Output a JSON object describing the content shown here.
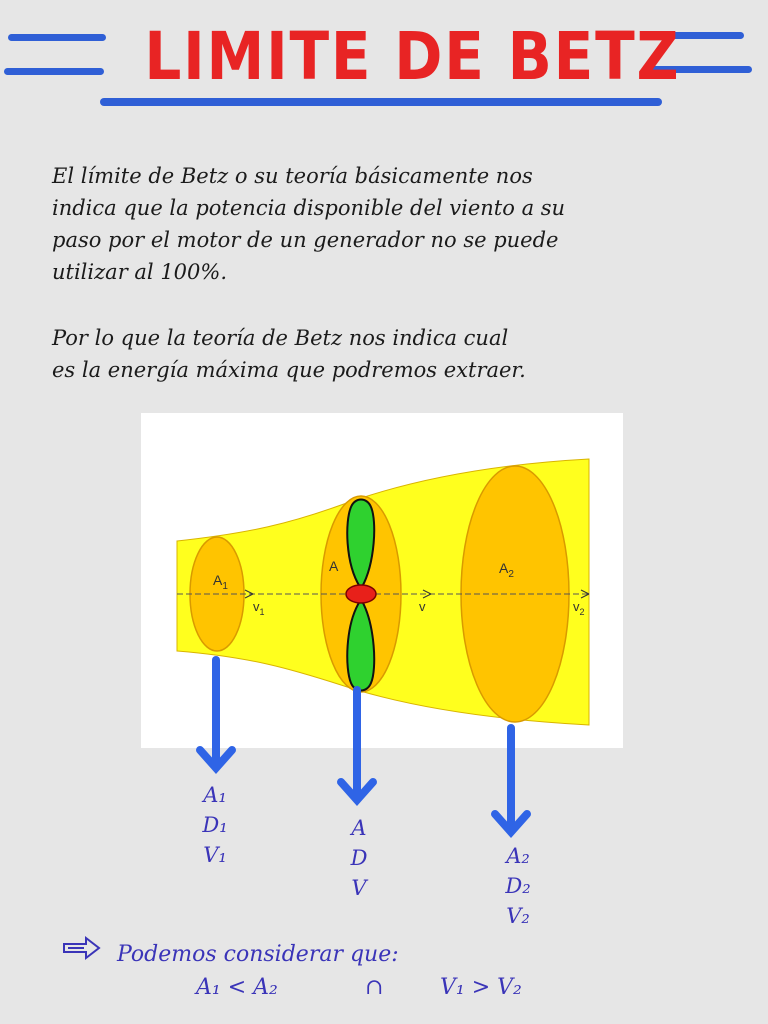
{
  "header": {
    "title": "LIMITE DE BETZ",
    "title_color": "#e82424",
    "line_color": "#2f5fd6"
  },
  "intro": {
    "lines": [
      "El límite de Betz o su teoría básicamente nos",
      "indica que la potencia disponible del viento a su",
      "paso por el motor de un generador no se puede",
      "utilizar al 100%."
    ]
  },
  "second": {
    "lines": [
      "Por lo que la teoría de Betz nos indica cual",
      "es la energía máxima que podremos extraer."
    ]
  },
  "figure": {
    "labels": {
      "a1": "A",
      "a1_sub": "1",
      "a": "A",
      "a2": "A",
      "a2_sub": "2",
      "v1": "v",
      "v1_sub": "1",
      "v": "v",
      "v2": "v",
      "v2_sub": "2"
    },
    "colors": {
      "tube": "#ffff1e",
      "disc": "#ffc400",
      "blade": "#2fd12f",
      "hub": "#e8201a"
    }
  },
  "labels": {
    "left": [
      "A₁",
      "D₁",
      "V₁"
    ],
    "middle": [
      "A",
      "D",
      "V"
    ],
    "right": [
      "A₂",
      "D₂",
      "V₂"
    ],
    "arrow_color": "#2f64e6"
  },
  "conclusion": {
    "icon": "double-arrow-icon",
    "text": "Podemos considerar que:",
    "formula_left": "A₁ < A₂",
    "formula_join": "∩",
    "formula_right": "V₁ > V₂"
  }
}
